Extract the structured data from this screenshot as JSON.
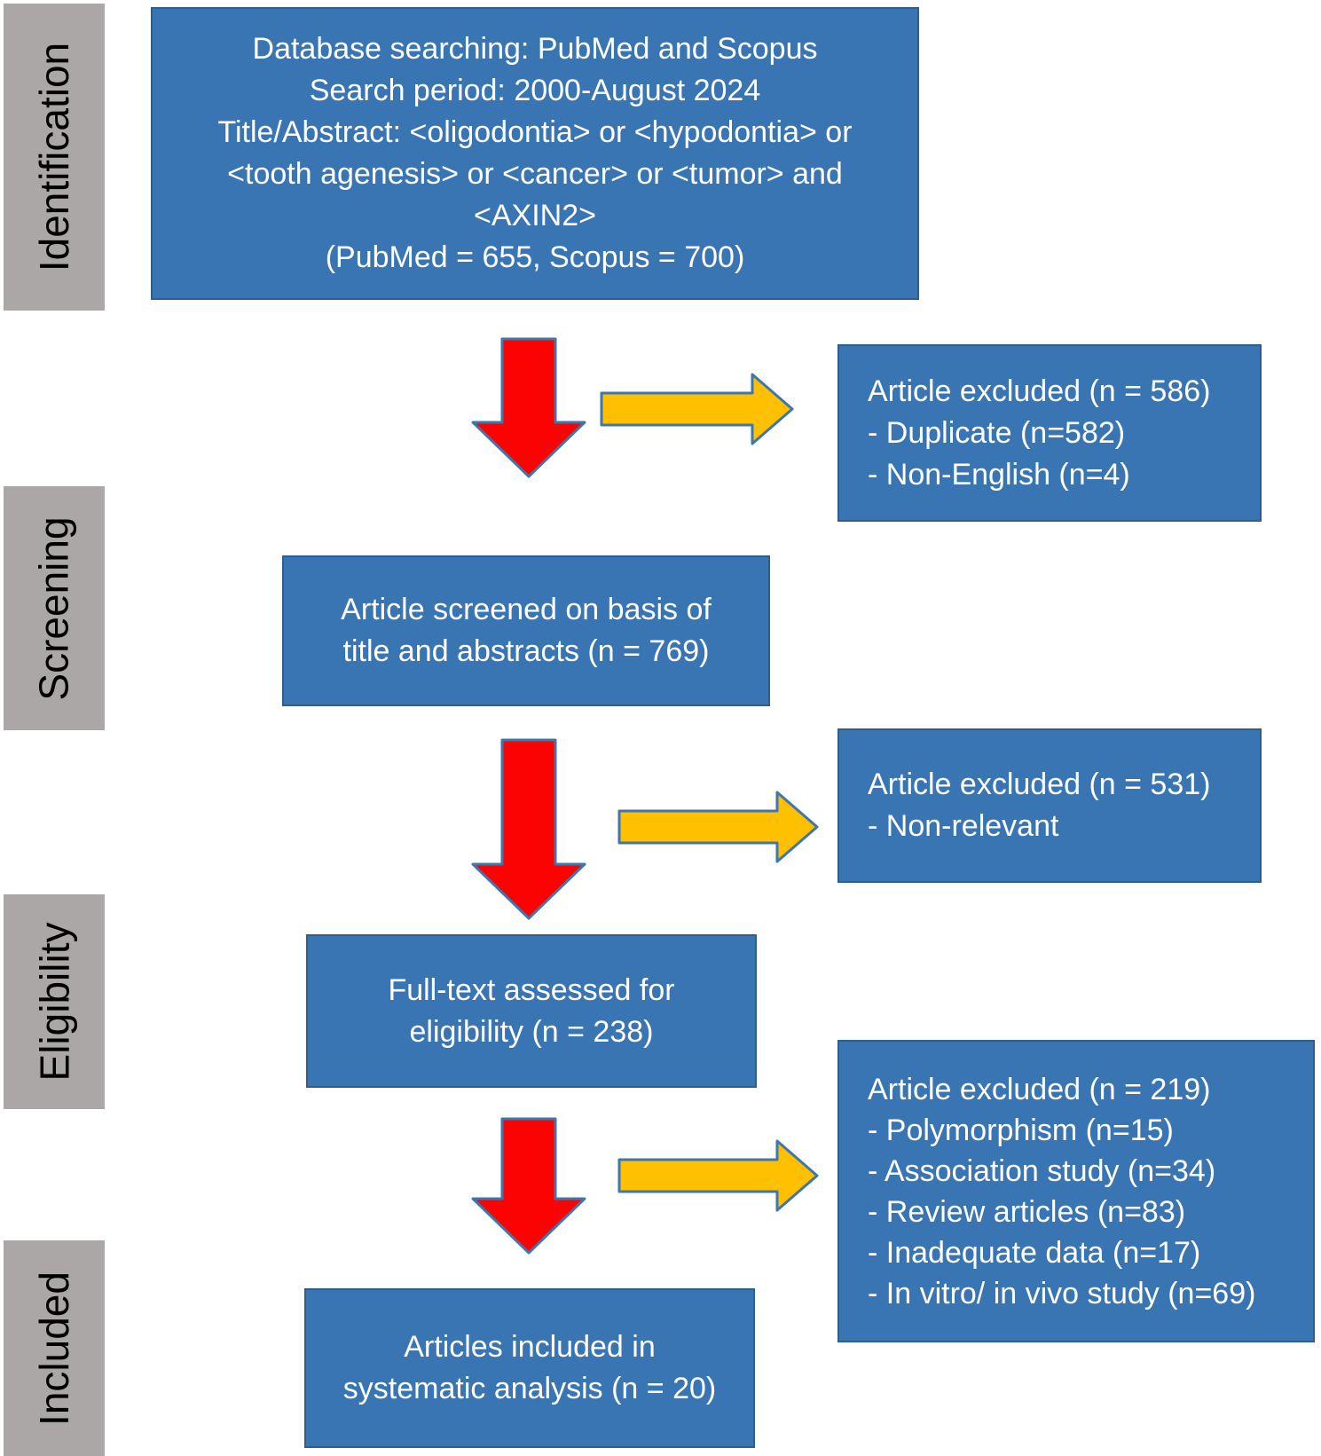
{
  "colors": {
    "box_blue": "#3a75b3",
    "box_border": "#2e5d90",
    "rail_gray": "#aba7a6",
    "arrow_red": "#fa0302",
    "arrow_yellow": "#fec000",
    "arrow_stroke": "#3f76ae",
    "text_white": "#ffffff",
    "text_black": "#000000"
  },
  "stages": {
    "identification": "Identification",
    "screening": "Screening",
    "eligibility": "Eligibility",
    "included": "Included"
  },
  "boxes": {
    "identification": {
      "lines": [
        "Database searching: PubMed and Scopus",
        "Search period: 2000-August 2024",
        "Title/Abstract: <oligodontia> or <hypodontia> or",
        "<tooth agenesis> or <cancer> or <tumor> and",
        "<AXIN2>",
        "(PubMed = 655, Scopus = 700)"
      ]
    },
    "excluded_screening": {
      "lines": [
        "Article excluded (n = 586)",
        "- Duplicate (n=582)",
        "- Non-English (n=4)"
      ]
    },
    "screened": {
      "lines": [
        "Article screened on basis of",
        "title and abstracts (n = 769)"
      ]
    },
    "excluded_relevance": {
      "lines": [
        "Article excluded (n = 531)",
        "- Non-relevant"
      ]
    },
    "fulltext": {
      "lines": [
        "Full-text assessed for",
        "eligibility (n = 238)"
      ]
    },
    "excluded_fulltext": {
      "lines": [
        "Article excluded (n = 219)",
        "- Polymorphism (n=15)",
        "- Association study (n=34)",
        "- Review articles (n=83)",
        "- Inadequate data (n=17)",
        "- In vitro/ in vivo study (n=69)"
      ]
    },
    "included": {
      "lines": [
        "Articles included in",
        "systematic analysis (n = 20)"
      ]
    }
  },
  "icons": {
    "down_arrow": "down-arrow-icon",
    "right_arrow": "right-arrow-icon"
  }
}
